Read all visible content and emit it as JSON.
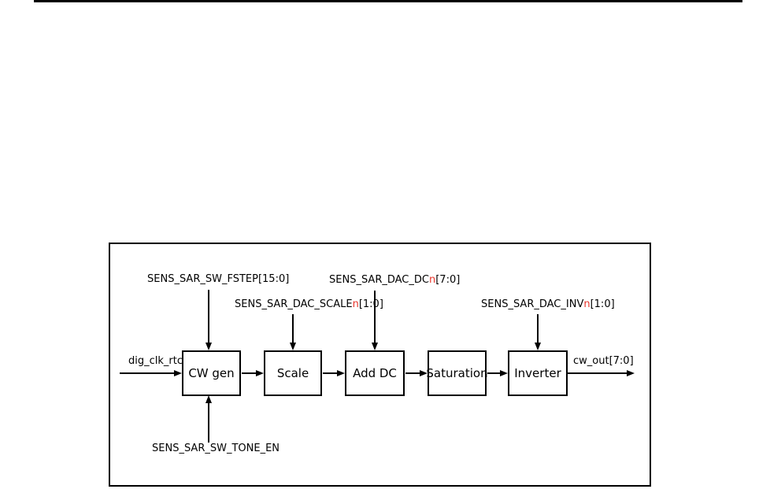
{
  "figure": {
    "background": "#ffffff",
    "line_color": "#000000",
    "red_accent": "#e8352b",
    "signals": {
      "fstep": {
        "prefix": "SENS_SAR_SW_FSTEP",
        "red": "",
        "suffix": "[15:0]"
      },
      "scale": {
        "prefix": "SENS_SAR_DAC_SCALE",
        "red": "n",
        "suffix": "[1:0]"
      },
      "dc": {
        "prefix": "SENS_SAR_DAC_DC",
        "red": "n",
        "suffix": "[7:0]"
      },
      "inv": {
        "prefix": "SENS_SAR_DAC_INV",
        "red": "n",
        "suffix": "[1:0]"
      },
      "tone_en": {
        "prefix": "SENS_SAR_SW_TONE_EN",
        "red": "",
        "suffix": ""
      }
    },
    "io": {
      "clock_input": "dig_clk_rtc",
      "output": "cw_out[7:0]"
    },
    "blocks": [
      {
        "label": "CW gen"
      },
      {
        "label": "Scale"
      },
      {
        "label": "Add DC"
      },
      {
        "label": "Saturation"
      },
      {
        "label": "Inverter"
      }
    ]
  }
}
